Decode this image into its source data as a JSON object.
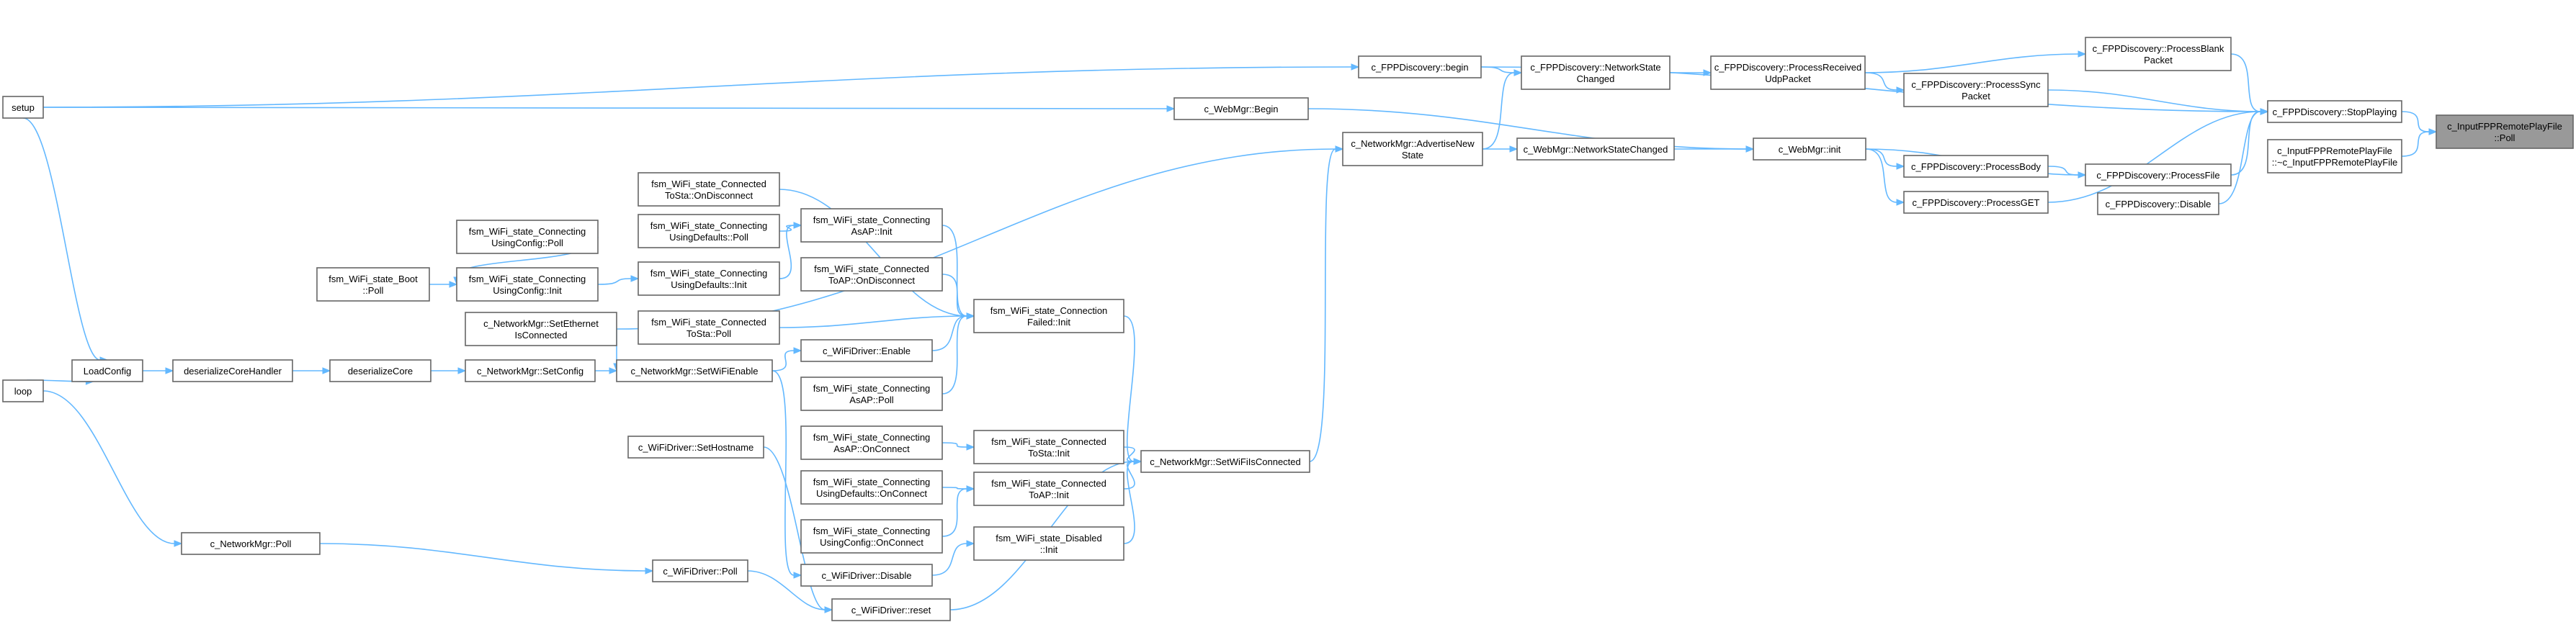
{
  "colors": {
    "edge": "#63b8ff",
    "node_border": "#666666",
    "node_fill": "#ffffff",
    "highlight_fill": "#999999"
  },
  "nodes": {
    "root": [
      "c_InputFPPRemotePlayFile",
      "::Poll"
    ],
    "stopPlaying": [
      "c_FPPDiscovery::StopPlaying"
    ],
    "dtor": [
      "c_InputFPPRemotePlayFile",
      "::~c_InputFPPRemotePlayFile"
    ],
    "processBlank": [
      "c_FPPDiscovery::ProcessBlank",
      "Packet"
    ],
    "processSync": [
      "c_FPPDiscovery::ProcessSync",
      "Packet"
    ],
    "processFile": [
      "c_FPPDiscovery::ProcessFile"
    ],
    "disable": [
      "c_FPPDiscovery::Disable"
    ],
    "processUdp": [
      "c_FPPDiscovery::ProcessReceived",
      "UdpPacket"
    ],
    "processBody": [
      "c_FPPDiscovery::ProcessBody"
    ],
    "processGET": [
      "c_FPPDiscovery::ProcessGET"
    ],
    "netStateChanged": [
      "c_FPPDiscovery::NetworkState",
      "Changed"
    ],
    "webInit": [
      "c_WebMgr::init"
    ],
    "fppBegin": [
      "c_FPPDiscovery::begin"
    ],
    "webNetChanged": [
      "c_WebMgr::NetworkStateChanged"
    ],
    "webBegin": [
      "c_WebMgr::Begin"
    ],
    "advertise": [
      "c_NetworkMgr::AdvertiseNew",
      "State"
    ],
    "setWiFiConnected": [
      "c_NetworkMgr::SetWiFiIsConnected"
    ],
    "setup": [
      "setup"
    ],
    "connFailedInit": [
      "fsm_WiFi_state_Connection",
      "Failed::Init"
    ],
    "connToStaInit": [
      "fsm_WiFi_state_Connected",
      "ToSta::Init"
    ],
    "connToApInit": [
      "fsm_WiFi_state_Connected",
      "ToAP::Init"
    ],
    "disabledInit": [
      "fsm_WiFi_state_Disabled",
      "::Init"
    ],
    "wifiReset": [
      "c_WiFiDriver::reset"
    ],
    "connectingApInit": [
      "fsm_WiFi_state_Connecting",
      "AsAP::Init"
    ],
    "connToApDisc": [
      "fsm_WiFi_state_Connected",
      "ToAP::OnDisconnect"
    ],
    "connToStaPoll": [
      "fsm_WiFi_state_Connected",
      "ToSta::Poll"
    ],
    "wifiEnable": [
      "c_WiFiDriver::Enable"
    ],
    "connectingApPoll": [
      "fsm_WiFi_state_Connecting",
      "AsAP::Poll"
    ],
    "connectingApConnect": [
      "fsm_WiFi_state_Connecting",
      "AsAP::OnConnect"
    ],
    "connectingDefConnect": [
      "fsm_WiFi_state_Connecting",
      "UsingDefaults::OnConnect"
    ],
    "connectingCfgConnect": [
      "fsm_WiFi_state_Connecting",
      "UsingConfig::OnConnect"
    ],
    "wifiDisable": [
      "c_WiFiDriver::Disable"
    ],
    "connToStaDisc": [
      "fsm_WiFi_state_Connected",
      "ToSta::OnDisconnect"
    ],
    "connectingDefInit": [
      "fsm_WiFi_state_Connecting",
      "UsingDefaults::Init"
    ],
    "connectingDefPoll": [
      "fsm_WiFi_state_Connecting",
      "UsingDefaults::Poll"
    ],
    "connectingCfgInit": [
      "fsm_WiFi_state_Connecting",
      "UsingConfig::Init"
    ],
    "connectingCfgPoll": [
      "fsm_WiFi_state_Connecting",
      "UsingConfig::Poll"
    ],
    "bootPoll": [
      "fsm_WiFi_state_Boot",
      "::Poll"
    ],
    "setEthernet": [
      "c_NetworkMgr::SetEthernet",
      "IsConnected"
    ],
    "setWiFiEnable": [
      "c_NetworkMgr::SetWiFiEnable"
    ],
    "setHostname": [
      "c_WiFiDriver::SetHostname"
    ],
    "wifiPoll": [
      "c_WiFiDriver::Poll"
    ],
    "setConfig": [
      "c_NetworkMgr::SetConfig"
    ],
    "netPoll": [
      "c_NetworkMgr::Poll"
    ],
    "deserializeCore": [
      "deserializeCore"
    ],
    "deserializeHandler": [
      "deserializeCoreHandler"
    ],
    "loadConfig": [
      "LoadConfig"
    ],
    "loop": [
      "loop"
    ]
  }
}
